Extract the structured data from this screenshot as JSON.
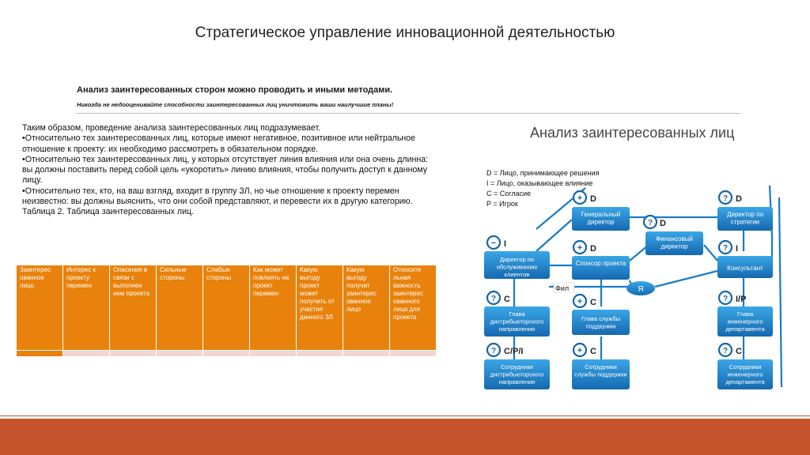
{
  "title": "Стратегическое управление инновационной деятельностью",
  "header": {
    "heading": "Анализ заинтересованных сторон можно проводить и иными методами.",
    "subheading": "Никогда не недооценивайте способности заинтересованных лиц уничтожить ваши наилучшие планы!"
  },
  "body": {
    "intro": "Таким образом, проведение анализа заинтересованных лиц подразумевает.",
    "bullets": [
      "•Относительно тех заинтересованных лиц, которые имеют негативное, позитивное или нейтральное отношение к проекту: их необходимо рассмотреть в обязательном порядке.",
      "•Относительно тех заинтересованных лиц, у которых отсутствует линия влияния или она очень длинна: вы должны поставить перед собой цель «укоротить» линию влияния, чтобы получить доступ к данному лицу.",
      "•Относительно тех, кто, на ваш взгляд, входит в группу ЗЛ, но чье отношение к проекту перемен неизвестно: вы должны выяснить, что они собой представляют, и перевести их в другую категорию."
    ],
    "caption": "Таблица 2. Таблица заинтересованных лиц."
  },
  "table": {
    "headers": [
      "Заинтерес ованное лицо",
      "Интерес к проекту перемен",
      "Опасения в связи с выполнен ием проекта",
      "Сильные стороны",
      "Слабые стороны",
      "Как может повлиять на проект перемен",
      "Какую выгоду проект может получить от участия данного ЗЛ",
      "Какую выгоду получит заинтерес ованное лицо",
      "Относите льная важность заинтерес ованного лица для проекта"
    ]
  },
  "diagram": {
    "title": "Анализ заинтересованных лиц",
    "legend": [
      "D = Лицо, принимающее решения",
      "I = Лицо, оказывающее влияние",
      "C = Согласие",
      "P = Игрок"
    ],
    "nodes": {
      "general_director": {
        "label": "Генеральный директор",
        "badge": "D",
        "icon": "+"
      },
      "strategy_director": {
        "label": "Директор по стратегии",
        "badge": "D",
        "icon": "?"
      },
      "financial_director": {
        "label": "Финансовый директор",
        "badge": "D",
        "icon": "?"
      },
      "service_director": {
        "label": "Директор по обслуживанию клиентов",
        "badge": "I",
        "icon": "−"
      },
      "project_sponsor": {
        "label": "Спонсор проекта",
        "badge": "D",
        "icon": "+"
      },
      "consultant": {
        "label": "Консультант",
        "badge": "I",
        "icon": "?"
      },
      "me": {
        "label": "Я"
      },
      "distribution_head": {
        "label": "Глава дистрибьюторского направления",
        "badge": "C",
        "icon": "?"
      },
      "support_head": {
        "label": "Глава службы поддержки",
        "badge": "C",
        "icon": "+"
      },
      "engineering_head": {
        "label": "Глава инженерного департамента",
        "badge": "I/P",
        "icon": "?"
      },
      "distribution_staff": {
        "label": "Сотрудники дистрибьюторского направления",
        "badge": "C/P/I",
        "icon": "?"
      },
      "support_staff": {
        "label": "Сотрудники службы поддержки",
        "badge": "C",
        "icon": "+"
      },
      "engineering_staff": {
        "label": "Сотрудники инженерного департамента",
        "badge": "C",
        "icon": "?"
      }
    },
    "fil_label": "Фил",
    "colors": {
      "box": "#1e8fd5",
      "box_dark": "#1565a8",
      "badge_ring": "#1565a8",
      "line": "#1a7bc8"
    }
  },
  "colors": {
    "table_orange": "#e8820c",
    "table_footer": "#f4d6d0",
    "bottom_bar": "#c5542c"
  }
}
